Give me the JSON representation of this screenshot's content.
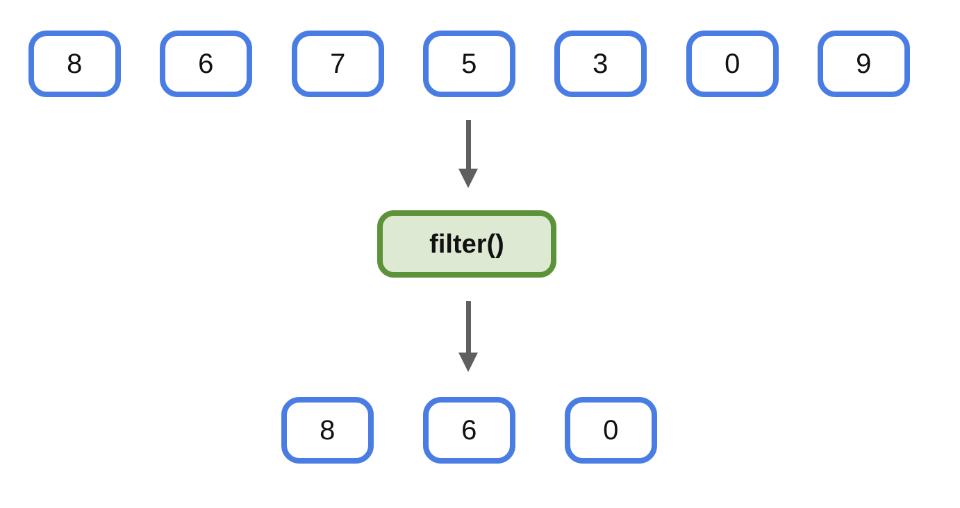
{
  "input_row": {
    "values": [
      "8",
      "6",
      "7",
      "5",
      "3",
      "0",
      "9"
    ]
  },
  "operation": {
    "label": "filter()"
  },
  "output_row": {
    "values": [
      "8",
      "6",
      "0"
    ]
  },
  "colors": {
    "background": "#ffffff",
    "box_border": "#4a7de4",
    "op_border": "#5c9339",
    "op_fill": "#dee9d3",
    "arrow": "#5f5f5f",
    "text": "#111111"
  }
}
